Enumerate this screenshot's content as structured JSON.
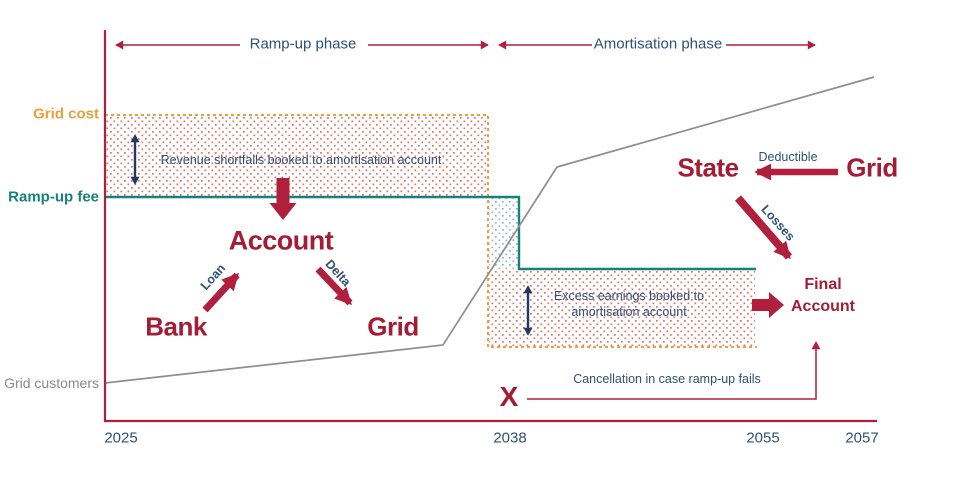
{
  "phases": {
    "ramp_up": "Ramp-up phase",
    "amortisation": "Amortisation phase"
  },
  "y_axis_labels": {
    "grid_cost": "Grid cost",
    "ramp_up_fee": "Ramp-up fee",
    "grid_customers": "Grid customers"
  },
  "x_axis_ticks": [
    "2025",
    "2038",
    "2055",
    "2057"
  ],
  "annotations": {
    "revenue_shortfalls": "Revenue shortfalls booked to amortisation account",
    "excess_earnings_line1": "Excess earnings booked to",
    "excess_earnings_line2": "amortisation account",
    "cancellation": "Cancellation in case ramp-up fails",
    "failure_mark": "X"
  },
  "entities": {
    "account": "Account",
    "bank": "Bank",
    "grid_rampup": "Grid",
    "state": "State",
    "grid_amortisation": "Grid",
    "final_line1": "Final",
    "final_line2": "Account"
  },
  "flows": {
    "loan": "Loan",
    "delta": "Delta",
    "deductible": "Deductible",
    "losses": "Losses"
  },
  "colors": {
    "crimson_lines": "#B01F3B",
    "dark_red_text": "#A21D35",
    "orange": "#E8A13C",
    "teal": "#17827A",
    "navy_text": "#2E5176",
    "navy_arrow": "#1F3864",
    "gray_line": "#8E8E8E",
    "dot_red": "#E4705F",
    "dot_blue": "#8FB4DC"
  },
  "chart_data": {
    "type": "line",
    "x_ticks": [
      "2025",
      "2038",
      "2055",
      "2057"
    ],
    "series": [
      {
        "name": "Grid cost",
        "color": "#E8A13C",
        "style": "dashed",
        "shape": "high flat level 2025-2038, vertical drop at 2038 to low level, flat until 2055"
      },
      {
        "name": "Ramp-up fee",
        "color": "#17827A",
        "style": "solid",
        "shape": "flat below grid cost 2025 to just after 2038, vertical drop, then flat above dropped grid cost until 2055"
      },
      {
        "name": "Grid customers",
        "color": "#8E8E8E",
        "style": "solid",
        "shape": "rises gently 2025 to ~2037, steeply ~2037-2040, then gently through 2057"
      }
    ]
  }
}
